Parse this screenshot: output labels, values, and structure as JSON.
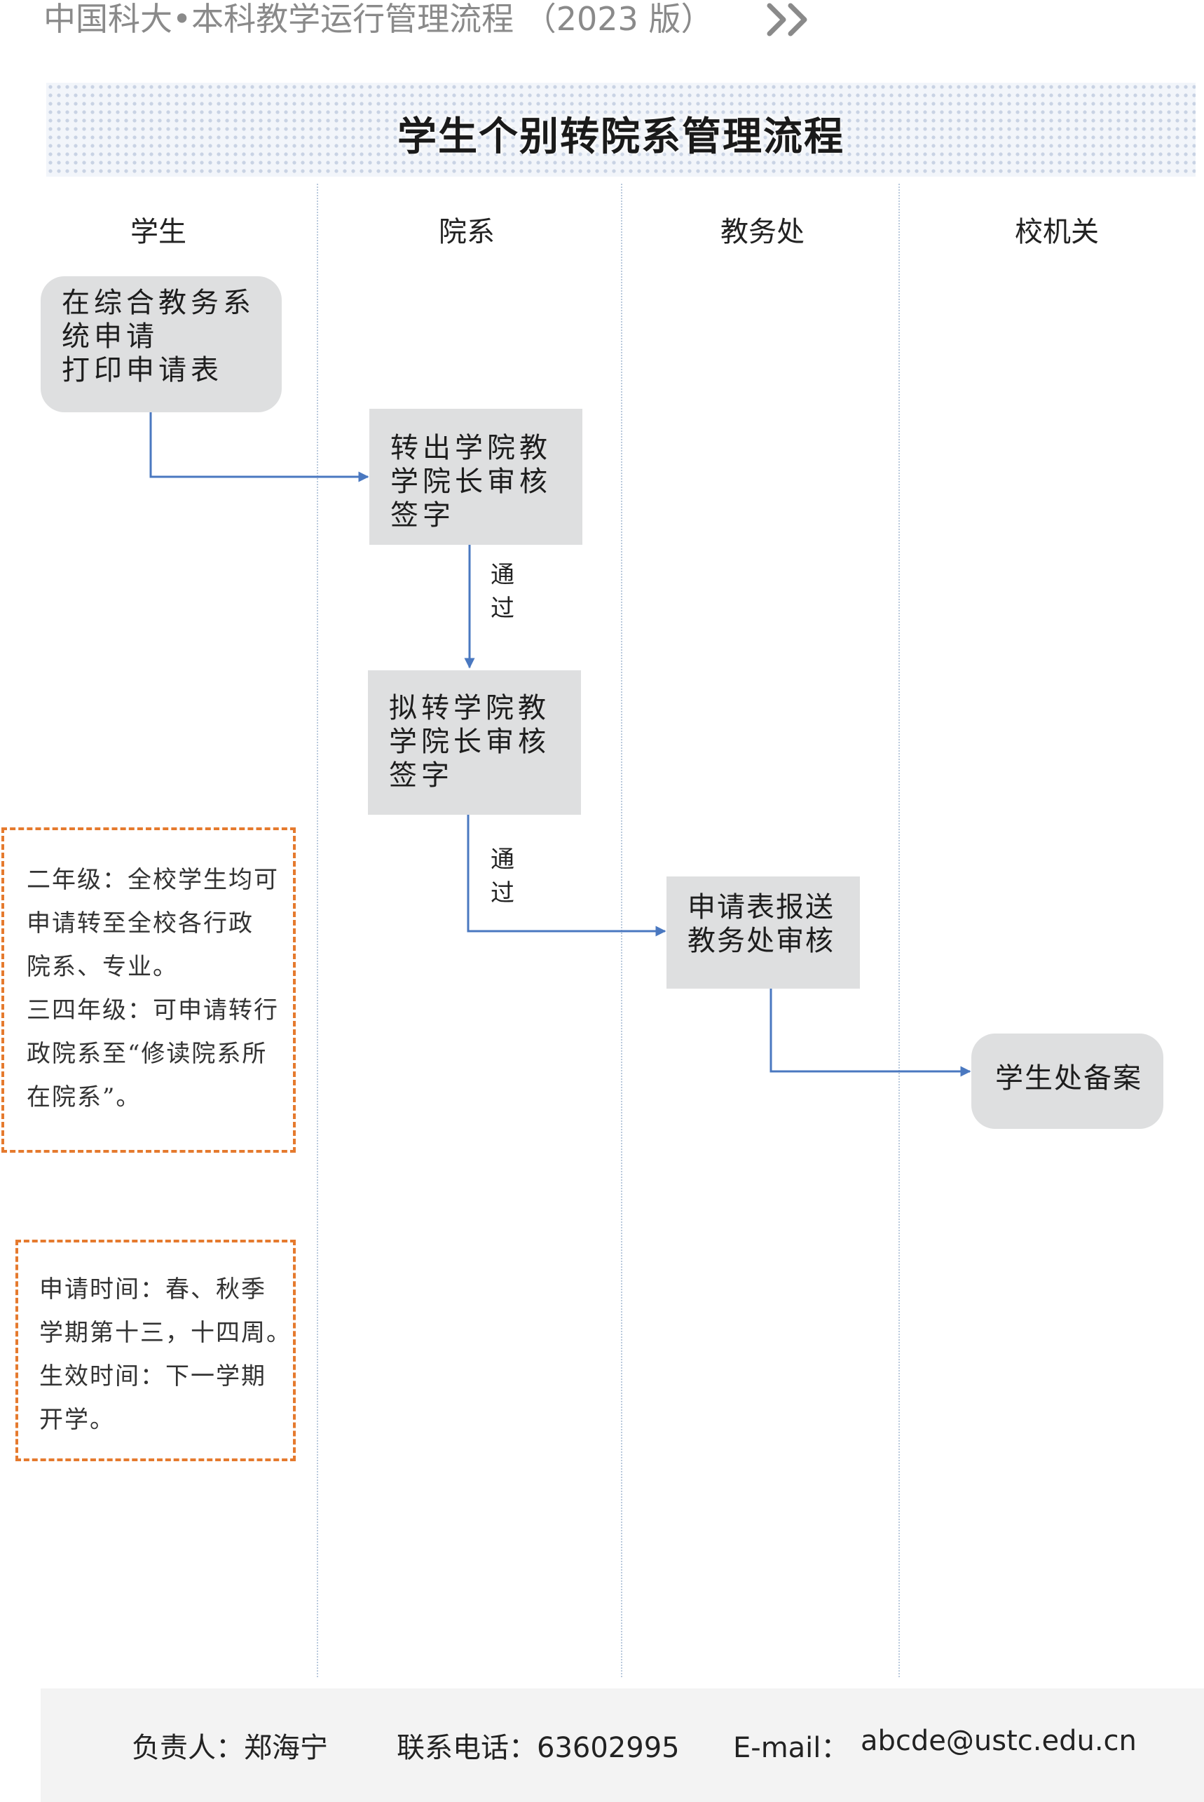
{
  "header": {
    "title": "中国科大•本科教学运行管理流程 （2023 版）",
    "chevron_icon": "double-chevron-right-icon"
  },
  "diagram": {
    "title": "学生个别转院系管理流程",
    "lanes": [
      "学生",
      "院系",
      "教务处",
      "校机关"
    ],
    "nodes": {
      "apply": "在综合教务系\n统申请\n打印申请表",
      "transfer_out": "转出学院教\n学院长审核\n签字",
      "transfer_in": "拟转学院教\n学院长审核\n签字",
      "submit": "申请表报送\n教务处审核",
      "record": "学生处备案"
    },
    "edge_labels": {
      "pass_1": "通\n过",
      "pass_2": "通\n过"
    },
    "notes": {
      "grade_rules": "二年级：全校学生均可\n申请转至全校各行政\n院系、专业。\n三四年级：可申请转行\n政院系至“修读院系所\n在院系”。",
      "time_rules": "申请时间：春、秋季\n学期第十三，十四周。\n生效时间：下一学期\n开学。"
    },
    "colors": {
      "node_fill": "#dedfe0",
      "arrow": "#4a78c0",
      "note_border": "#e57a2e",
      "lane_separator": "#b9c9dc"
    }
  },
  "footer": {
    "contact_person": "负责人：郑海宁",
    "phone": "联系电话：63602995",
    "email_label": "E-mail：",
    "email": "abcde@ustc.edu.cn"
  }
}
